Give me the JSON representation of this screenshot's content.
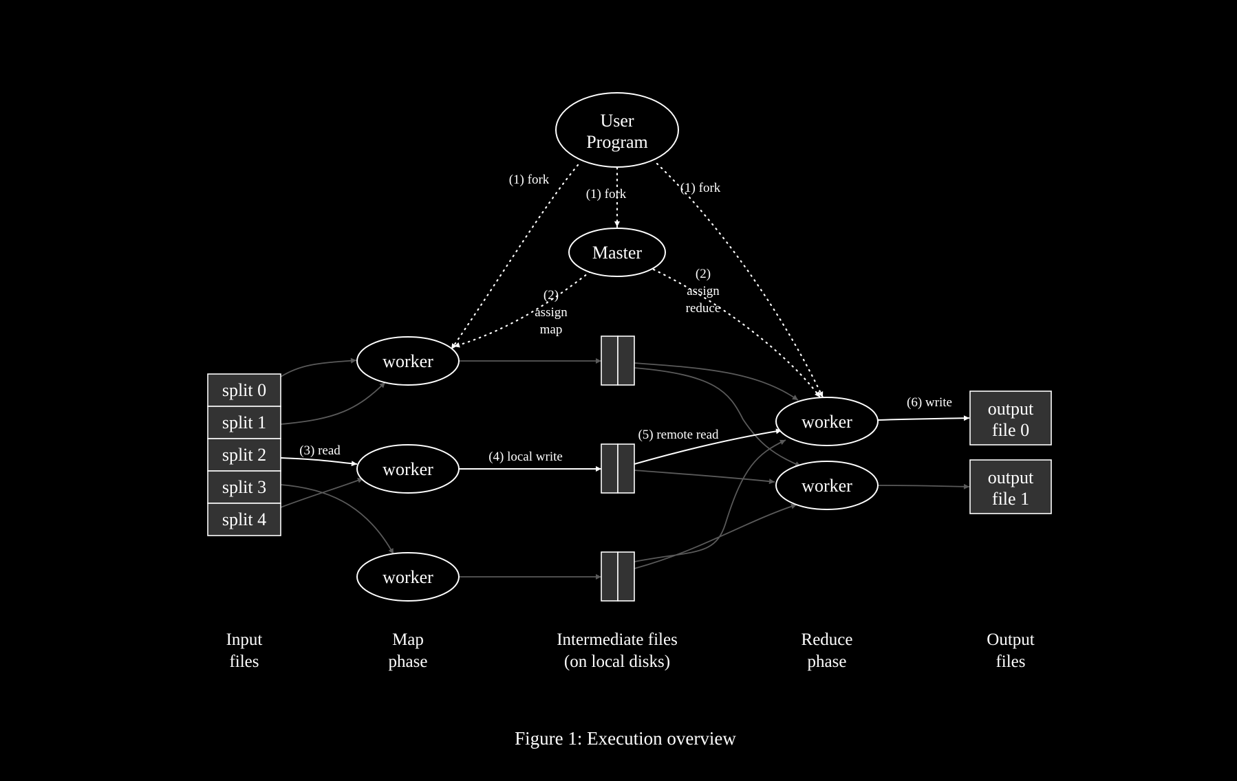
{
  "nodes": {
    "user_program": [
      "User",
      "Program"
    ],
    "master": "Master",
    "splits": [
      "split 0",
      "split 1",
      "split 2",
      "split 3",
      "split 4"
    ],
    "map_workers": [
      "worker",
      "worker",
      "worker"
    ],
    "reduce_workers": [
      "worker",
      "worker"
    ],
    "outputs": [
      [
        "output",
        "file 0"
      ],
      [
        "output",
        "file 1"
      ]
    ]
  },
  "edge_labels": {
    "fork_left": "(1) fork",
    "fork_middle": "(1) fork",
    "fork_right": "(1) fork",
    "assign_map": [
      "(2)",
      "assign",
      "map"
    ],
    "assign_reduce": [
      "(2)",
      "assign",
      "reduce"
    ],
    "read": "(3) read",
    "local_write": "(4) local write",
    "remote_read": "(5) remote read",
    "write": "(6) write"
  },
  "phases": [
    [
      "Input",
      "files"
    ],
    [
      "Map",
      "phase"
    ],
    [
      "Intermediate files",
      "(on local disks)"
    ],
    [
      "Reduce",
      "phase"
    ],
    [
      "Output",
      "files"
    ]
  ],
  "caption": "Figure 1: Execution overview",
  "colors": {
    "background": "#000000",
    "foreground": "#ffffff",
    "box_fill": "#333333",
    "dim_edge": "#5a5a5a"
  }
}
